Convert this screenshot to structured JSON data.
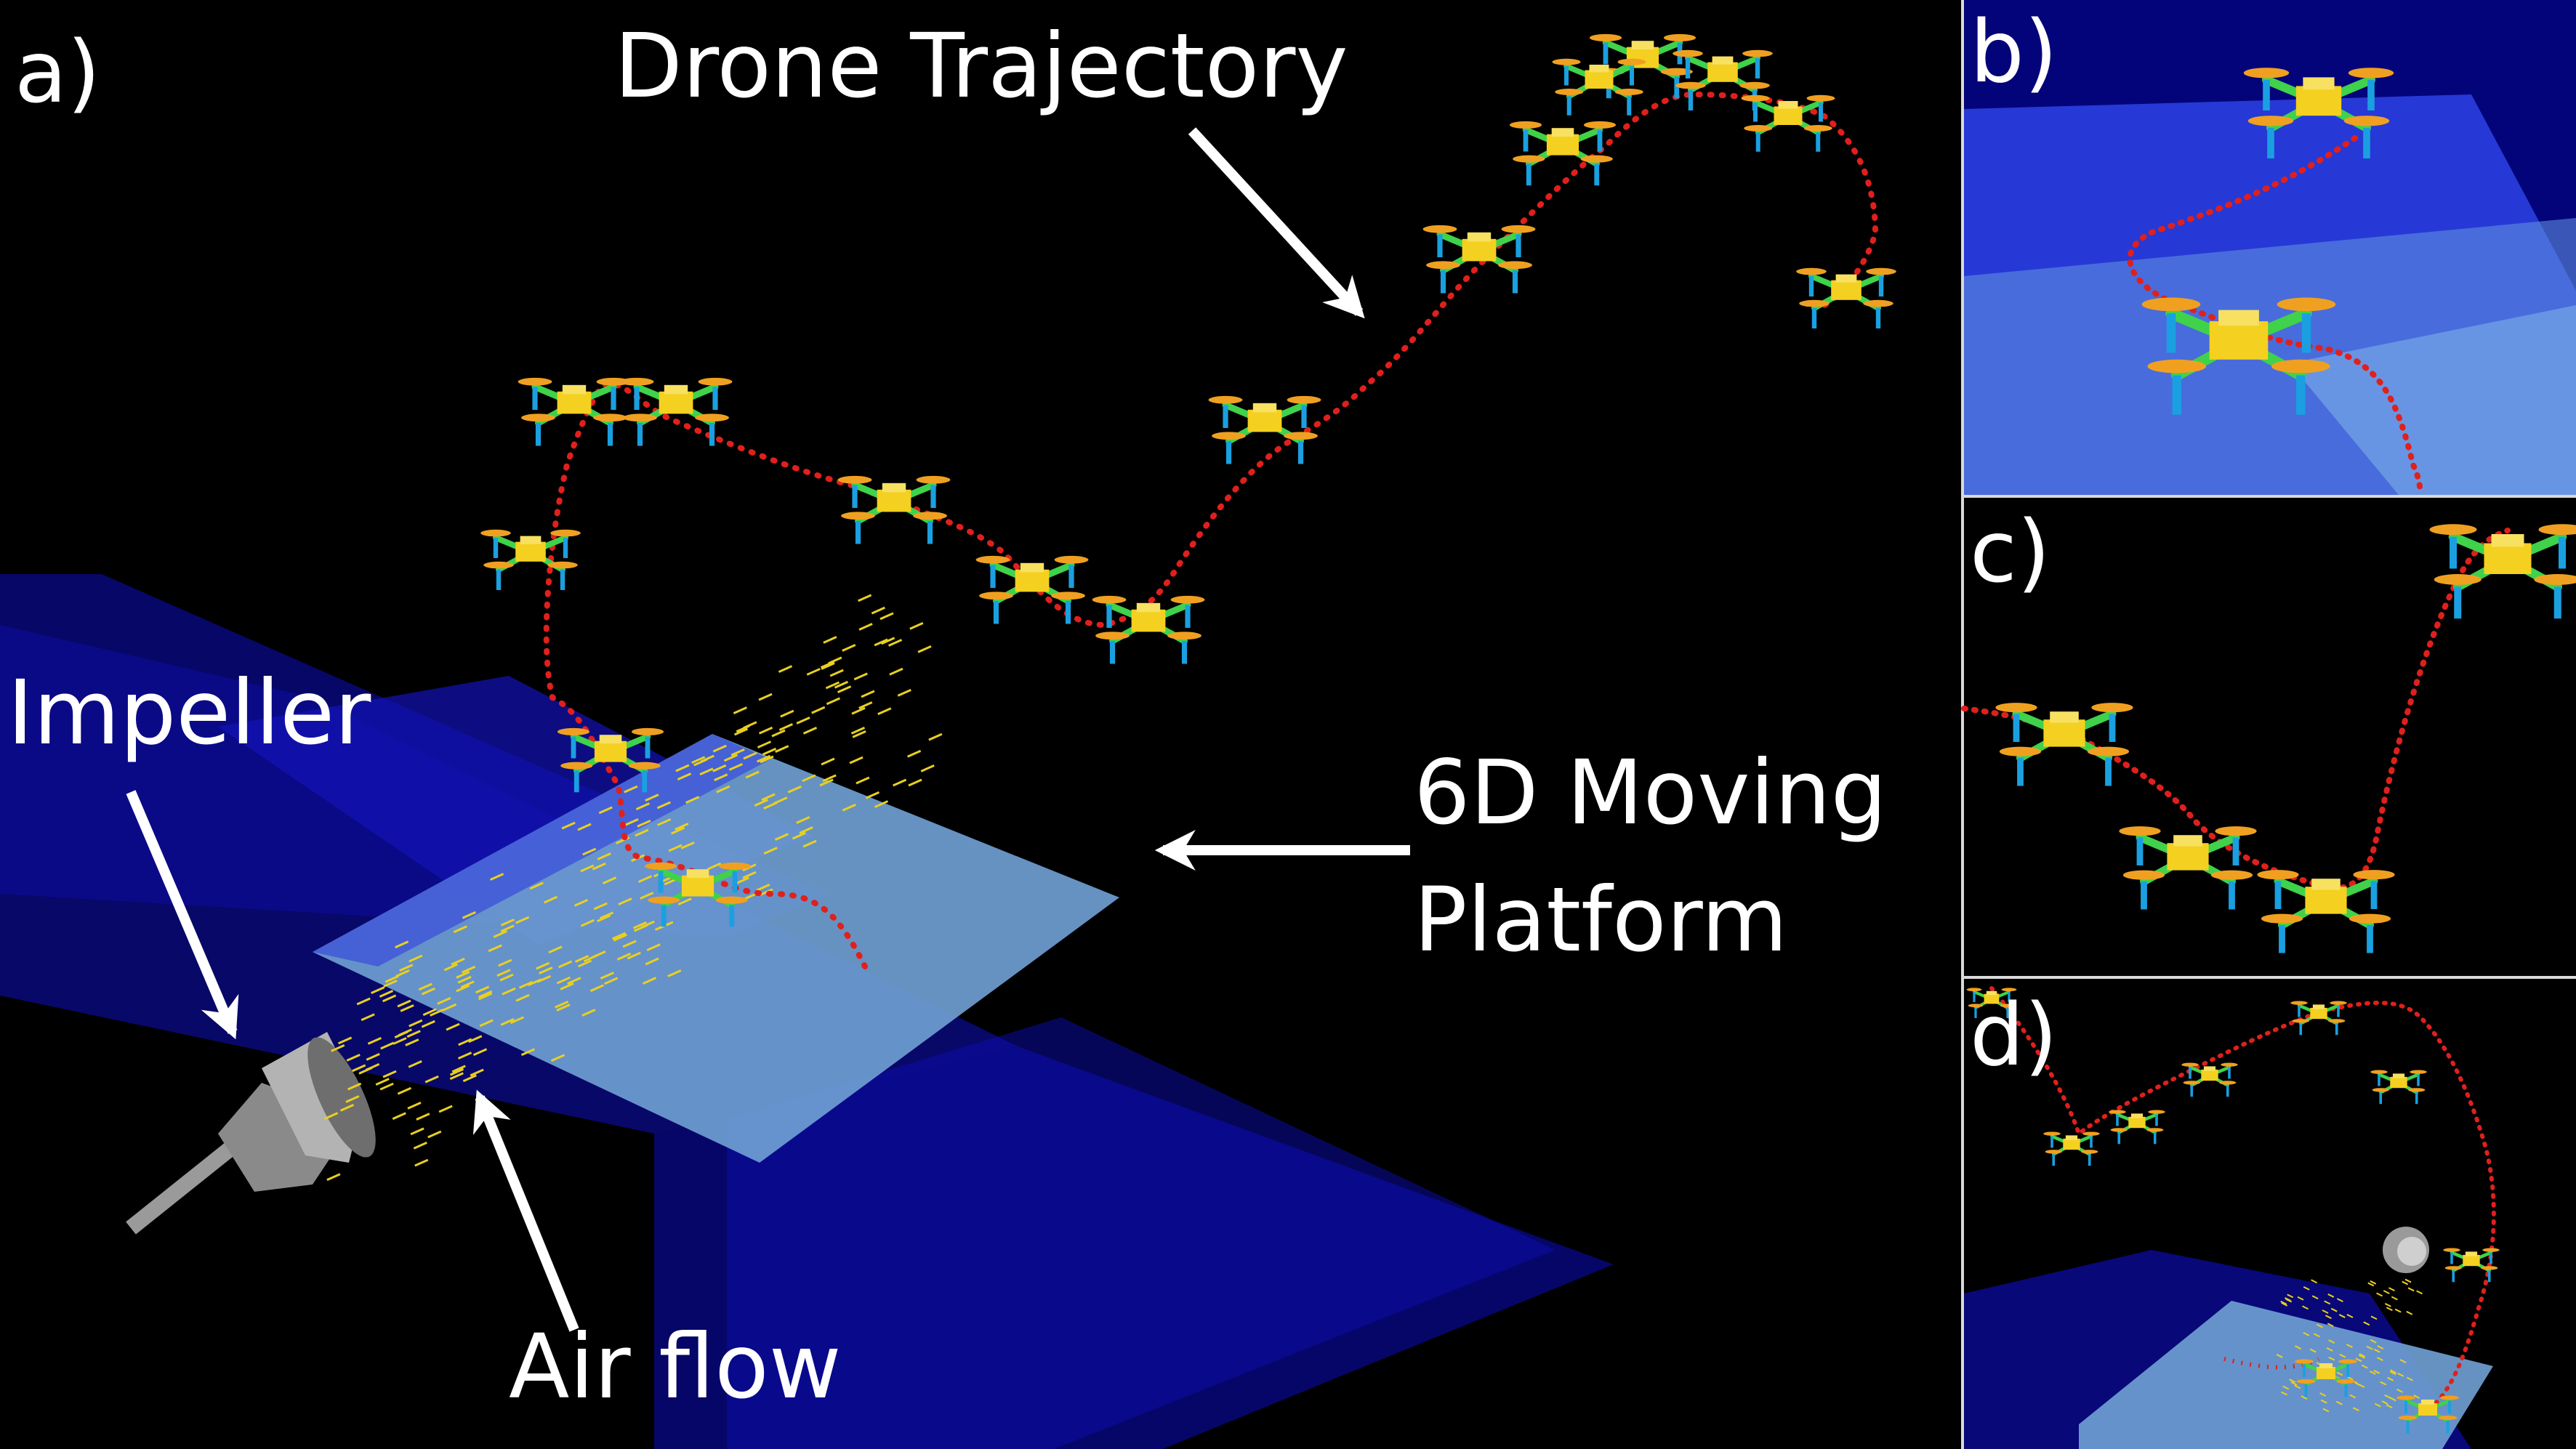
{
  "panels": {
    "a": {
      "label": "a)"
    },
    "b": {
      "label": "b)"
    },
    "c": {
      "label": "c)"
    },
    "d": {
      "label": "d)"
    }
  },
  "annotations": {
    "drone_trajectory": "Drone Trajectory",
    "impeller": "Impeller",
    "platform_line1": "6D Moving",
    "platform_line2": "Platform",
    "air_flow": "Air flow"
  },
  "colors": {
    "background": "#000000",
    "trajectory": "#e0201c",
    "platform_light": "#6fa2d6",
    "platform_dark": "#0a0a9a",
    "arrow": "#ffffff",
    "airflow": "#e8d020",
    "divider": "#d9d9d9"
  }
}
